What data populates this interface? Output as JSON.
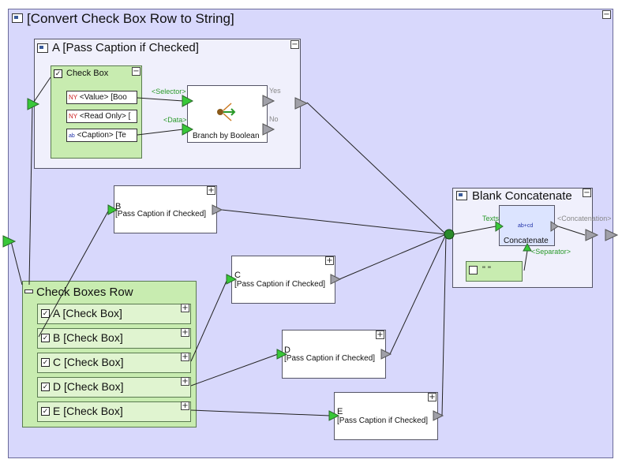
{
  "diagram": {
    "title": "[Convert Check Box Row to String]",
    "panel_a": {
      "title": "A [Pass Caption if  Checked]",
      "checkbox": {
        "label": "Check Box",
        "fields": [
          {
            "prefix": "NY",
            "text": "<Value> [Boo"
          },
          {
            "prefix": "NY",
            "text": "<Read Only> ["
          },
          {
            "prefix": "ab",
            "text": "<Caption> [Te"
          }
        ]
      },
      "branch": {
        "label": "Branch by Boolean",
        "selector_port": "<Selector>",
        "data_port": "<Data>",
        "yes": "Yes",
        "no": "No"
      }
    },
    "pass_nodes": [
      {
        "letter": "B",
        "label": "[Pass Caption if  Checked]"
      },
      {
        "letter": "C",
        "label": "[Pass Caption if  Checked]"
      },
      {
        "letter": "D",
        "label": "[Pass Caption if  Checked]"
      },
      {
        "letter": "E",
        "label": "[Pass Caption if  Checked]"
      }
    ],
    "row": {
      "title": "Check Boxes Row",
      "items": [
        "A [Check Box]",
        "B [Check Box]",
        "C [Check Box]",
        "D [Check Box]",
        "E [Check Box]"
      ]
    },
    "concat": {
      "title": "Blank Concatenate",
      "texts_port": "Texts",
      "inner_icon": "ab+cd",
      "inner_label": "Concatenate",
      "output_port": "<Concatenation>",
      "separator_port": "<Separator>",
      "separator_value": "\" \""
    },
    "buttons": {
      "minus": "−",
      "plus": "+"
    }
  }
}
